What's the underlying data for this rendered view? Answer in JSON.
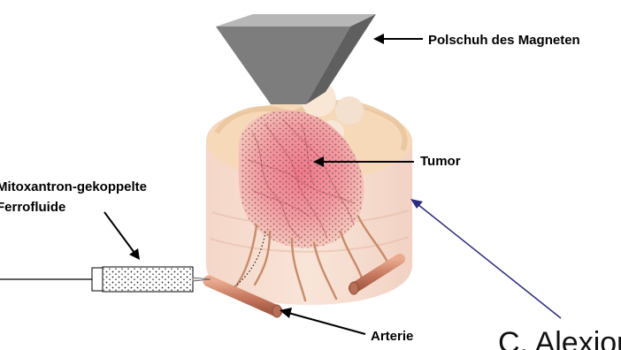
{
  "labels": {
    "pole_shoe": "Polschuh des Magneten",
    "tumor": "Tumor",
    "ferrofluid_line1": "Mitoxantron-gekoppelte",
    "ferrofluid_line2": "Ferrofluide",
    "artery": "Arterie"
  },
  "credit": "C. Alexiou",
  "colors": {
    "magnet": "#7d7d7d",
    "tissue": "#f2cfc0",
    "tumor": "#e9808a",
    "artery": "#c97c62",
    "pointer_line": "#2b2b80"
  }
}
